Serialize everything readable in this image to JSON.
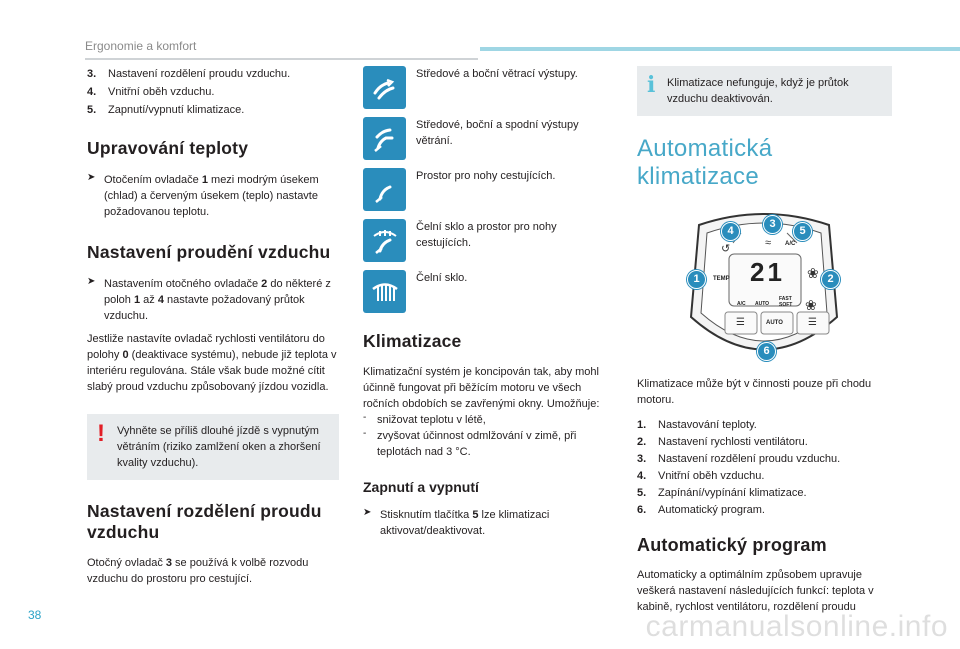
{
  "header": {
    "section": "Ergonomie a komfort"
  },
  "page_number": "38",
  "watermark": "carmanualsonline.info",
  "col1": {
    "list_top": [
      {
        "n": "3.",
        "text": "Nastavení rozdělení proudu vzduchu."
      },
      {
        "n": "4.",
        "text": "Vnitřní oběh vzduchu."
      },
      {
        "n": "5.",
        "text": "Zapnutí/vypnutí klimatizace."
      }
    ],
    "h_temp": "Upravování teploty",
    "temp_bullet_a": "Otočením ovladače ",
    "temp_bullet_b": "1",
    "temp_bullet_c": " mezi modrým úsekem (chlad) a červeným úsekem (teplo) nastavte požadovanou teplotu.",
    "h_flow": "Nastavení proudění vzduchu",
    "flow_a": "Nastavením otočného ovladače ",
    "flow_b": "2",
    "flow_c": " do některé z poloh ",
    "flow_d": "1",
    "flow_e": " až ",
    "flow_f": "4",
    "flow_g": " nastavte požadovaný průtok vzduchu.",
    "flow_p_a": "Jestliže nastavíte ovladač rychlosti ventilátoru do polohy ",
    "flow_p_b": "0",
    "flow_p_c": " (deaktivace systému), nebude již teplota v interiéru regulována. Stále však bude možné cítit slabý proud vzduchu způsobovaný jízdou vozidla.",
    "warning": "Vyhněte se příliš dlouhé jízdě s vypnutým větráním (riziko zamlžení oken a zhoršení kvality vzduchu).",
    "warning_mark": "!",
    "h_dist_1": "Nastavení rozdělení proudu",
    "h_dist_2": "vzduchu",
    "dist_a": "Otočný ovladač ",
    "dist_b": "3",
    "dist_c": " se používá k volbě rozvodu vzduchu do prostoru pro cestující."
  },
  "col2": {
    "modes": [
      {
        "icon": "vent-center-side-icon",
        "text": "Středové a boční větrací výstupy."
      },
      {
        "icon": "vent-center-side-lower-icon",
        "text": "Středové, boční a spodní výstupy větrání."
      },
      {
        "icon": "footwell-icon",
        "text": "Prostor pro nohy cestujících."
      },
      {
        "icon": "windscreen-footwell-icon",
        "text": "Čelní sklo a prostor pro nohy cestujících."
      },
      {
        "icon": "windscreen-icon",
        "text": "Čelní sklo."
      }
    ],
    "h_ac": "Klimatizace",
    "ac_p": "Klimatizační systém je koncipován tak, aby mohl účinně fungovat při běžícím motoru ve všech ročních obdobích se zavřenými okny. Umožňuje:",
    "ac_dash_1": "snižovat teplotu v létě,",
    "ac_dash_2": "zvyšovat účinnost odmlžování v zimě, při teplotách nad 3 °C.",
    "h_onoff": "Zapnutí a vypnutí",
    "onoff_a": "Stisknutím tlačítka ",
    "onoff_b": "5",
    "onoff_c": " lze klimatizaci aktivovat/deaktivovat."
  },
  "col3": {
    "info": "Klimatizace nefunguje, když je průtok vzduchu deaktivován.",
    "info_mark": "i",
    "h_auto": "Automatická klimatizace",
    "panel": {
      "display": "21",
      "labels": {
        "ac": "A/C",
        "temp": "TEMP",
        "ac2": "A/C",
        "auto": "AUTO",
        "fast": "FAST",
        "soft": "SOFT",
        "auto_btn": "AUTO"
      },
      "callouts": [
        "1",
        "2",
        "3",
        "4",
        "5",
        "6"
      ]
    },
    "p_motor": "Klimatizace může být v činnosti pouze při chodu motoru.",
    "list": [
      {
        "n": "1.",
        "text": "Nastavování teploty."
      },
      {
        "n": "2.",
        "text": "Nastavení rychlosti ventilátoru."
      },
      {
        "n": "3.",
        "text": "Nastavení rozdělení proudu vzduchu."
      },
      {
        "n": "4.",
        "text": "Vnitřní oběh vzduchu."
      },
      {
        "n": "5.",
        "text": "Zapínání/vypínání klimatizace."
      },
      {
        "n": "6.",
        "text": "Automatický program."
      }
    ],
    "h_prog": "Automatický program",
    "prog_p": "Automaticky a optimálním způsobem upravuje veškerá nastavení následujících funkcí: teplota v kabině, rychlost ventilátoru, rozdělení proudu"
  },
  "colors": {
    "accent_blue": "#2a8dbc",
    "callout_blue": "#2a8dbc",
    "warn_red": "#e21e26",
    "title_blue": "#47a8c8"
  }
}
